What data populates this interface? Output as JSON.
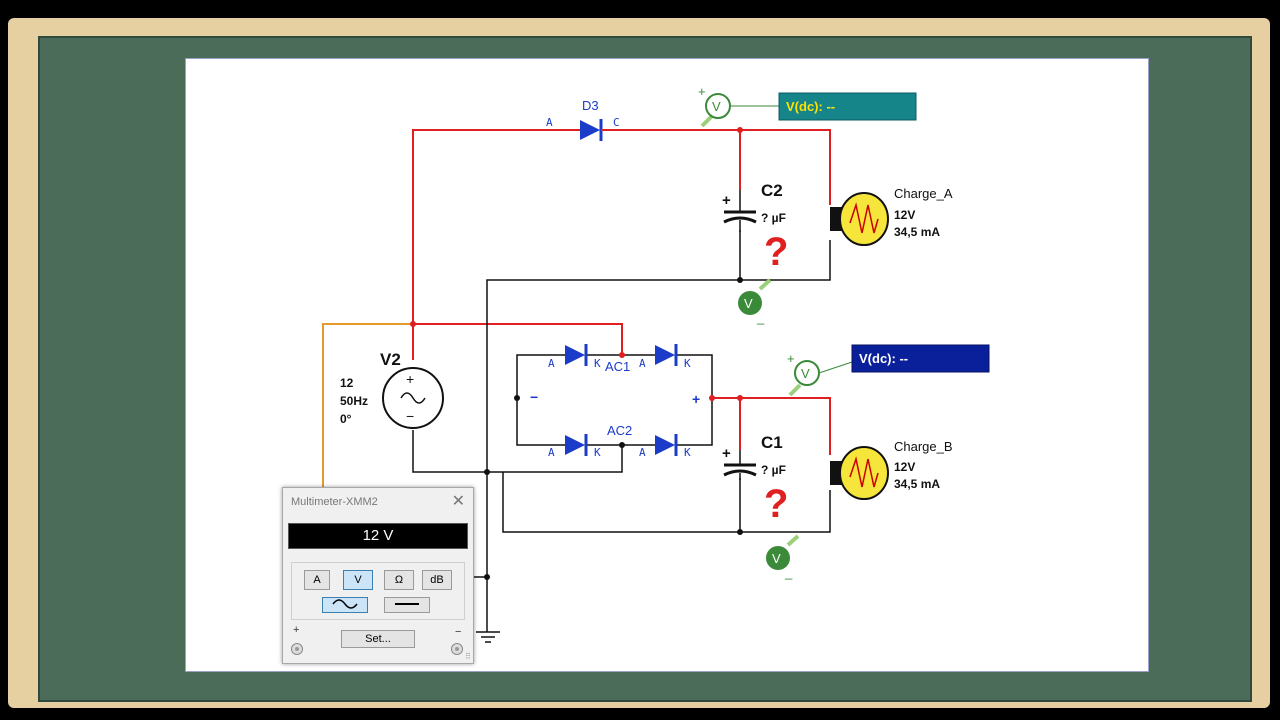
{
  "circuit": {
    "source": {
      "name": "V2",
      "amplitude": "12",
      "frequency": "50Hz",
      "phase": "0°"
    },
    "diodes": {
      "d3": "D3",
      "anode": "A",
      "cathode_c": "C",
      "cathode_k": "K"
    },
    "bridge": {
      "ac1": "AC1",
      "ac2": "AC2",
      "minus": "−",
      "plus": "+"
    },
    "caps": [
      {
        "name": "C2",
        "value": "? µF",
        "mark": "?"
      },
      {
        "name": "C1",
        "value": "? µF",
        "mark": "?"
      }
    ],
    "loads": [
      {
        "name": "Charge_A",
        "voltage": "12V",
        "current": "34,5 mA"
      },
      {
        "name": "Charge_B",
        "voltage": "12V",
        "current": "34,5 mA"
      }
    ],
    "probes": {
      "a": {
        "reading": "V(dc): --",
        "color": "#16858a"
      },
      "b": {
        "reading": "V(dc): --",
        "color": "#0a1f9a"
      },
      "symbol": "V",
      "plus": "+",
      "minus": "_"
    },
    "colors": {
      "red_wire": "#e02020",
      "black_wire": "#111111",
      "orange_wire": "#e69a2e",
      "diode_blue": "#1a3cc8"
    }
  },
  "multimeter": {
    "title": "Multimeter-XMM2",
    "reading": "12 V",
    "modes": [
      "A",
      "V",
      "Ω",
      "dB"
    ],
    "active_mode": "V",
    "set_label": "Set...",
    "plus": "+",
    "minus": "−"
  }
}
